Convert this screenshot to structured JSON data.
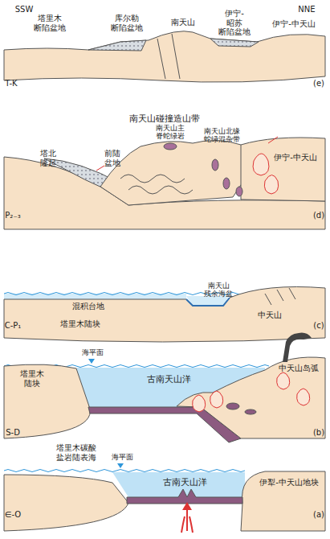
{
  "diagram": {
    "labels": [
      "SSW",
      "NNE",
      "塔里木 断陷盆地",
      "库尔勒 断陷盆地",
      "南天山",
      "伊宁-昭苏 断陷盆地",
      "伊宁-中天山",
      "T-K",
      "(e)",
      "南天山碰撞造山带",
      "塔北 隆起",
      "前陆 盆地",
      "南天山主 脊蛇绿岩",
      "南天山北缘 蛇绿混杂带",
      "伊宁-中天山",
      "P₂₋₃",
      "(d)",
      "混积台地",
      "塔里木陆块",
      "南天山 残余海盆",
      "中天山",
      "C-P₁",
      "(c)",
      "塔里木 陆块",
      "海平面",
      "古南天山洋",
      "中天山岛弧",
      "S-D",
      "(b)",
      "塔里木碳酸 盐岩陆表海",
      "海平面",
      "古南天山洋",
      "伊犁-中天山地块",
      "∈-O",
      "(a)"
    ]
  }
}
